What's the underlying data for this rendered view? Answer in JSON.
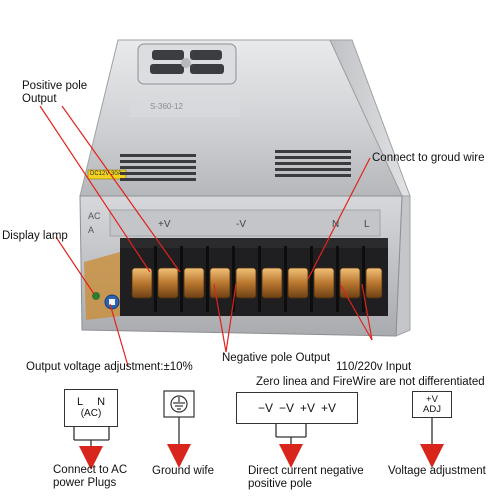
{
  "callouts": {
    "positive_pole_line1": "Positive pole",
    "positive_pole_line2": "Output",
    "display_lamp": "Display lamp",
    "connect_ground_wire": "Connect to groud wire",
    "output_voltage_adjustment": "Output voltage adjustment:±10%",
    "negative_pole_output": "Negative pole Output",
    "input_110_220": "110/220v Input",
    "zero_line_note": "Zero linea and FireWire are not differentiated"
  },
  "device": {
    "label_ac": "AC",
    "label_a": "A",
    "terminal_labels": [
      "+V",
      "-V",
      "N",
      "L"
    ],
    "sticker_text": "DC12V 30A",
    "model_text": "S-360-12"
  },
  "symbols": {
    "ac_box": {
      "l": "L",
      "n": "N",
      "ac": "(AC)"
    },
    "ground_symbol": "ground",
    "dc_box": {
      "terminals": [
        "−V",
        "−V",
        "+V",
        "+V"
      ]
    },
    "adj_box": {
      "top": "+V",
      "bottom": "ADJ"
    }
  },
  "bottom_labels": {
    "ac_plug_line1": "Connect to AC",
    "ac_plug_line2": "power Plugs",
    "ground_wife": "Ground wife",
    "dc_line1": "Direct current negative",
    "dc_line2": "positive pole",
    "voltage_adjustment": "Voltage adjustment"
  },
  "colors": {
    "arrow_red": "#d8261d",
    "pointer_red": "#e0231b",
    "casing_silver": "#c9cbcf",
    "terminal_black": "#1a1a1a",
    "terminal_brass": "#c8893a"
  }
}
